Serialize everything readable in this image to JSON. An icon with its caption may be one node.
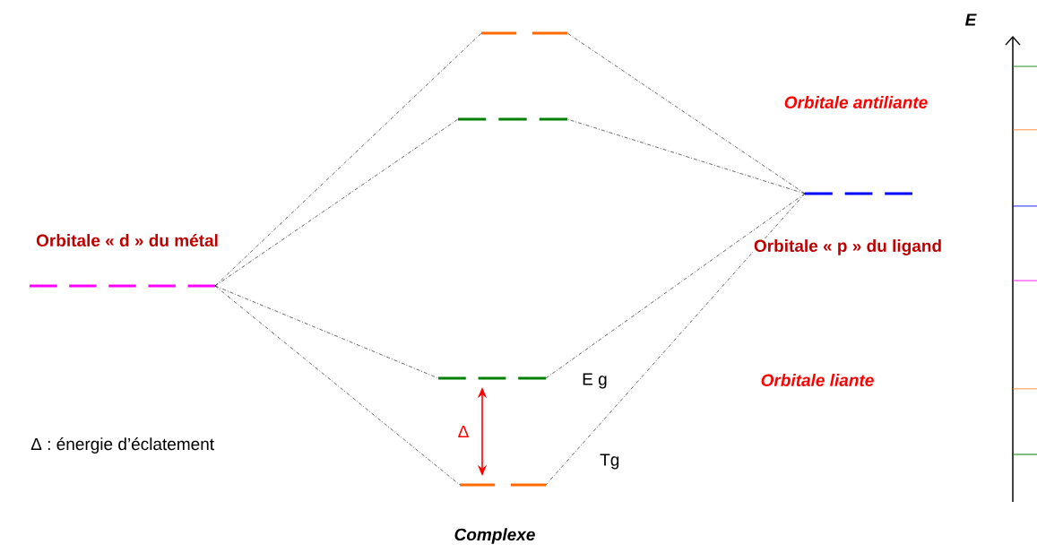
{
  "diagram": {
    "nodes": [
      {
        "text": [],
        "shape": "bar"
      },
      {
        "text": [],
        "shape": "bar"
      },
      {
        "text": [],
        "shape": "bar"
      },
      {
        "text": [],
        "shape": "bar"
      },
      {
        "text": [],
        "shape": "bar",
        "beside": [
          "E g"
        ]
      },
      {
        "text": [],
        "shape": "bar",
        "beside": [
          "Tg"
        ]
      }
    ],
    "edges": [
      {
        "from": 3,
        "to": 0,
        "arrow": "none",
        "style": "dashed"
      },
      {
        "from": 3,
        "to": 1,
        "arrow": "none",
        "style": "dashed"
      },
      {
        "from": 3,
        "to": 4,
        "arrow": "none",
        "style": "dashed"
      },
      {
        "from": 3,
        "to": 5,
        "arrow": "none",
        "style": "dashed"
      },
      {
        "from": 2,
        "to": 0,
        "arrow": "none",
        "style": "dashed"
      },
      {
        "from": 2,
        "to": 1,
        "arrow": "none",
        "style": "dashed"
      },
      {
        "from": 2,
        "to": 4,
        "arrow": "none",
        "style": "dashed"
      },
      {
        "from": 2,
        "to": 5,
        "arrow": "none",
        "style": "dashed"
      },
      {
        "from": 5,
        "to": 4,
        "arrow": "both",
        "label": "Δ",
        "color": "#ff0000"
      }
    ],
    "labels": [
      "E",
      "Orbitale antiliante",
      "Orbitale « d » du métal",
      "Orbitale « p » du ligand",
      "Orbitale liante",
      "Δ : énergie d’éclatement",
      "Complexe"
    ]
  }
}
